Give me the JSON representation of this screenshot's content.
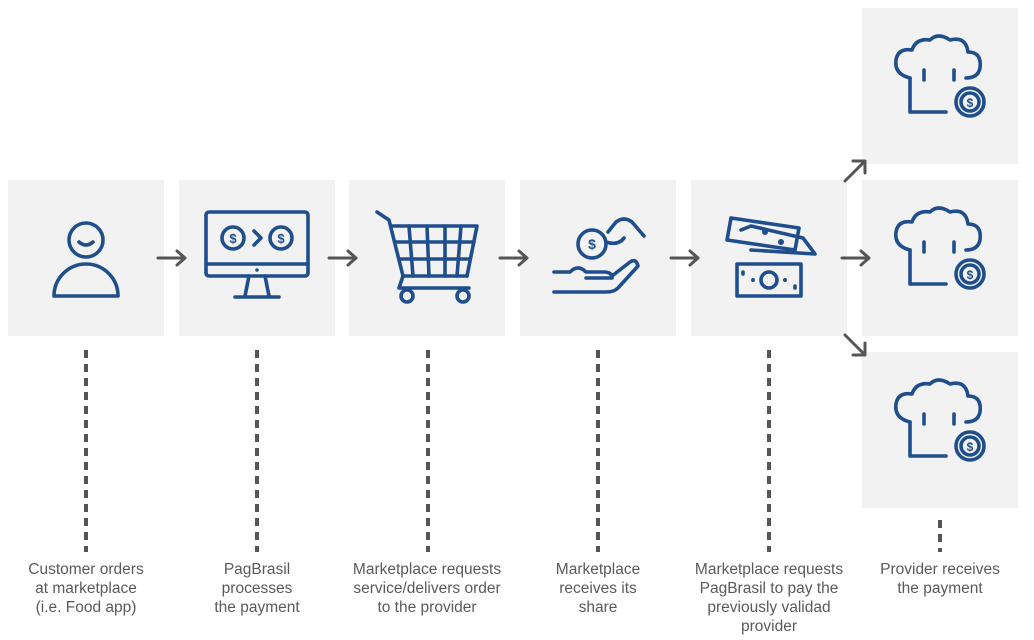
{
  "steps": [
    {
      "icon": "user-icon",
      "caption": [
        "Customer orders",
        "at marketplace",
        "(i.e. Food app)"
      ]
    },
    {
      "icon": "monitor-payment-icon",
      "caption": [
        "PagBrasil",
        "processes",
        "the payment"
      ]
    },
    {
      "icon": "shopping-cart-icon",
      "caption": [
        "Marketplace requests",
        "service/delivers order",
        "to the provider"
      ]
    },
    {
      "icon": "hand-receiving-coin-icon",
      "caption": [
        "Marketplace",
        "receives its",
        "share"
      ]
    },
    {
      "icon": "banknotes-icon",
      "caption": [
        "Marketplace requests",
        "PagBrasil to pay the",
        "previously validad",
        "provider"
      ]
    },
    {
      "icon": "chef-hat-coin-icon",
      "caption": [
        "Provider receives",
        "the payment"
      ]
    }
  ],
  "colors": {
    "icon": "#1f4e8c",
    "tile": "#f2f2f2",
    "arrow": "#555555",
    "text": "#5a5a5a"
  }
}
